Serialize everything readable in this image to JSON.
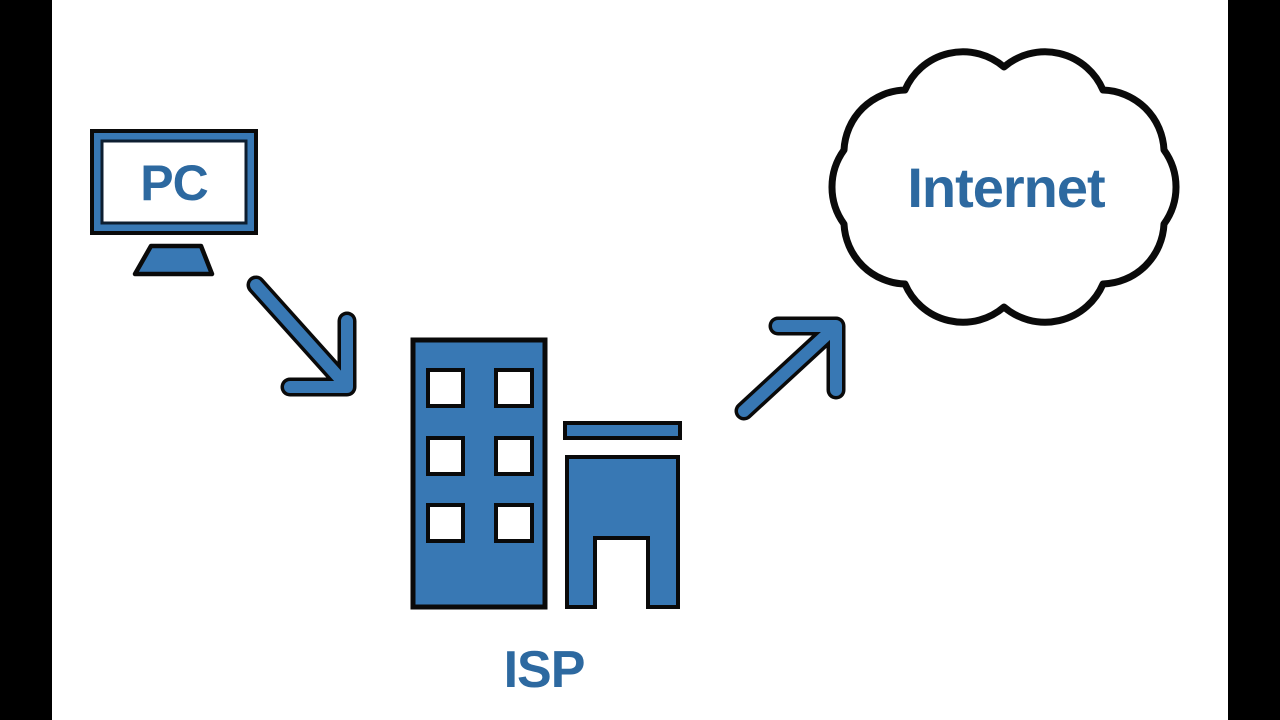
{
  "frame": {
    "pillarbox_color": "#000000",
    "canvas_color": "#ffffff"
  },
  "colors": {
    "shape_blue": "#3878B4",
    "label_blue": "#2D69A0",
    "outline_black": "#0a0a0a",
    "window_white": "#ffffff",
    "monitor_inner_line": "#0d1e30"
  },
  "nodes": {
    "pc": {
      "label": "PC",
      "icon": "desktop-monitor-icon"
    },
    "isp": {
      "label": "ISP",
      "icon": "office-building-icon"
    },
    "internet": {
      "label": "Internet",
      "icon": "cloud-icon"
    }
  },
  "edges": [
    {
      "from": "pc",
      "to": "isp",
      "direction": "down-right",
      "icon": "arrow-down-right-icon"
    },
    {
      "from": "isp",
      "to": "internet",
      "direction": "up-right",
      "icon": "arrow-up-right-icon"
    }
  ]
}
